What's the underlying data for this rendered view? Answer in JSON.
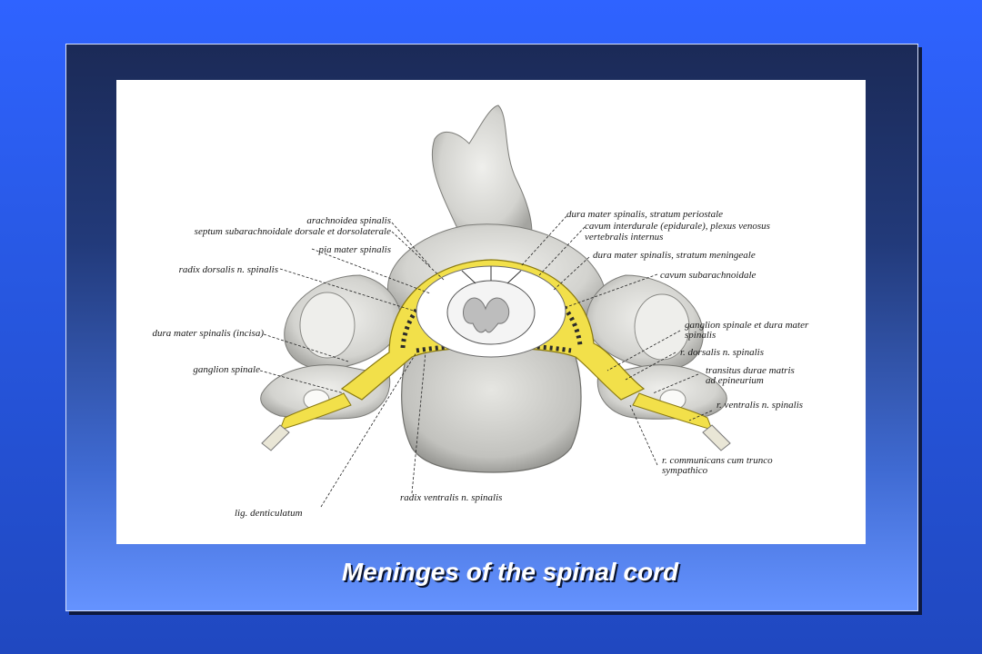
{
  "caption": "Meninges of the spinal cord",
  "colors": {
    "background": "#2f63ff",
    "panel_top": "#1b2a57",
    "panel_bottom": "#6593ff",
    "bone": "#d9d9d6",
    "bone_shade": "#a9a9a5",
    "dura": "#f2e04a",
    "dura_edge": "#8a7a10",
    "cord_white": "#f4f4f4",
    "cord_gray": "#bdbdbd"
  },
  "labels": {
    "arachnoidea": "arachnoidea spinalis",
    "septum": "septum subarachnoidale dorsale et dorsolaterale",
    "pia": "pia mater spinalis",
    "radix_dorsalis": "radix dorsalis n. spinalis",
    "dura_incisa": "dura mater spinalis (incisa)",
    "ganglion_left": "ganglion spinale",
    "lig_denticulatum": "lig. denticulatum",
    "radix_ventralis": "radix ventralis n. spinalis",
    "dura_periostale": "dura mater spinalis, stratum periostale",
    "cavum_interdurale_1": "cavum interdurale (epidurale), plexus venosus",
    "cavum_interdurale_2": "vertebralis internus",
    "dura_meningeale": "dura mater spinalis, stratum meningeale",
    "cavum_subarachnoidale": "cavum subarachnoidale",
    "ganglion_dura_1": "ganglion spinale et dura mater",
    "ganglion_dura_2": "spinalis",
    "r_dorsalis": "r. dorsalis n. spinalis",
    "transitus_1": "transitus durae matris",
    "transitus_2": "ad epineurium",
    "r_ventralis": "r. ventralis n. spinalis",
    "r_communicans_1": "r. communicans cum trunco",
    "r_communicans_2": "sympathico"
  }
}
